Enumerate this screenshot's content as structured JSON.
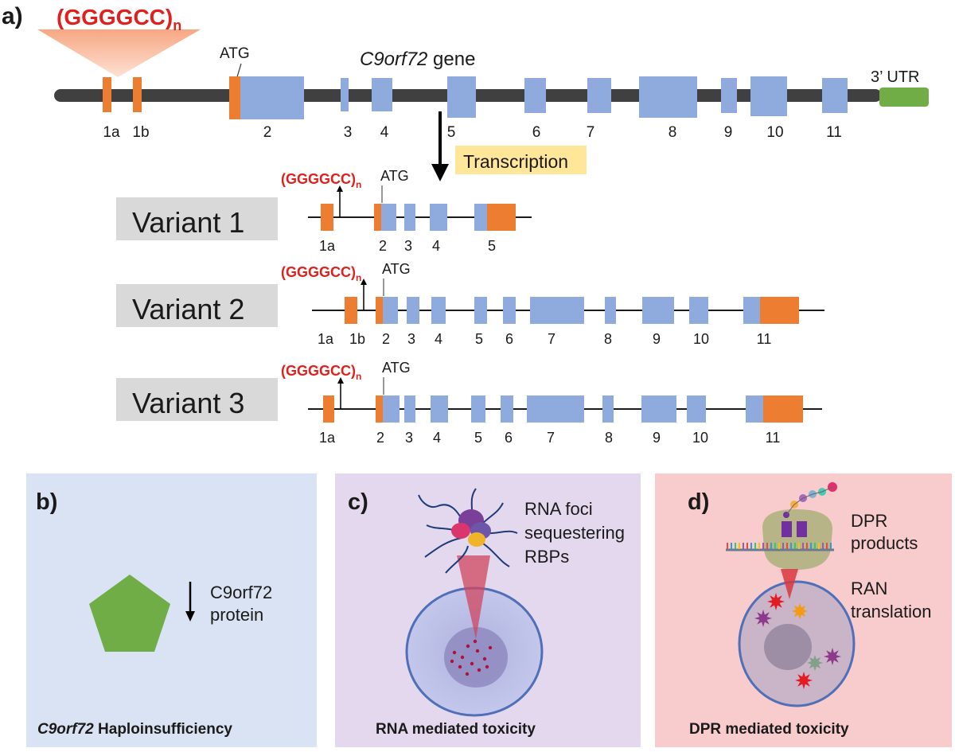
{
  "panel_a": {
    "label": "a)",
    "repeat": "(GGGGCC)",
    "repeat_sub": "n",
    "gene_name_italic": "C9orf72",
    "gene_name_suffix": " gene",
    "atg": "ATG",
    "utr": "3’ UTR",
    "transcription": "Transcription",
    "exons": [
      "1a",
      "1b",
      "2",
      "3",
      "4",
      "5",
      "6",
      "7",
      "8",
      "9",
      "10",
      "11"
    ],
    "variants": [
      {
        "name": "Variant 1",
        "exon_labels": [
          "1a",
          "2",
          "3",
          "4",
          "5"
        ]
      },
      {
        "name": "Variant 2",
        "exon_labels": [
          "1a",
          "1b",
          "2",
          "3",
          "4",
          "5",
          "6",
          "7",
          "8",
          "9",
          "10",
          "11"
        ]
      },
      {
        "name": "Variant 3",
        "exon_labels": [
          "1a",
          "2",
          "3",
          "4",
          "5",
          "6",
          "7",
          "8",
          "9",
          "10",
          "11"
        ]
      }
    ]
  },
  "panel_b": {
    "label": "b)",
    "protein_line1": "C9orf72",
    "protein_line2": "protein",
    "caption_italic": "C9orf72",
    "caption_rest": " Haploinsufficiency"
  },
  "panel_c": {
    "label": "c)",
    "text_lines": [
      "RNA foci",
      "sequestering",
      "RBPs"
    ],
    "caption": "RNA mediated toxicity"
  },
  "panel_d": {
    "label": "d)",
    "text1_lines": [
      "DPR",
      "products"
    ],
    "text2_lines": [
      "RAN",
      "translation"
    ],
    "caption": "DPR mediated toxicity"
  },
  "colors": {
    "exon": "#8faadc",
    "exon_noncoding": "#ed7d31",
    "utr": "#70ad47",
    "repeat_text": "#e0201c",
    "panel_b_bg": "#dae3f3",
    "panel_c_bg": "#e3d8ed",
    "panel_d_bg": "#f8cbcc",
    "label_box": "#d9d9d9",
    "transcription_bg": "#ffe699"
  }
}
